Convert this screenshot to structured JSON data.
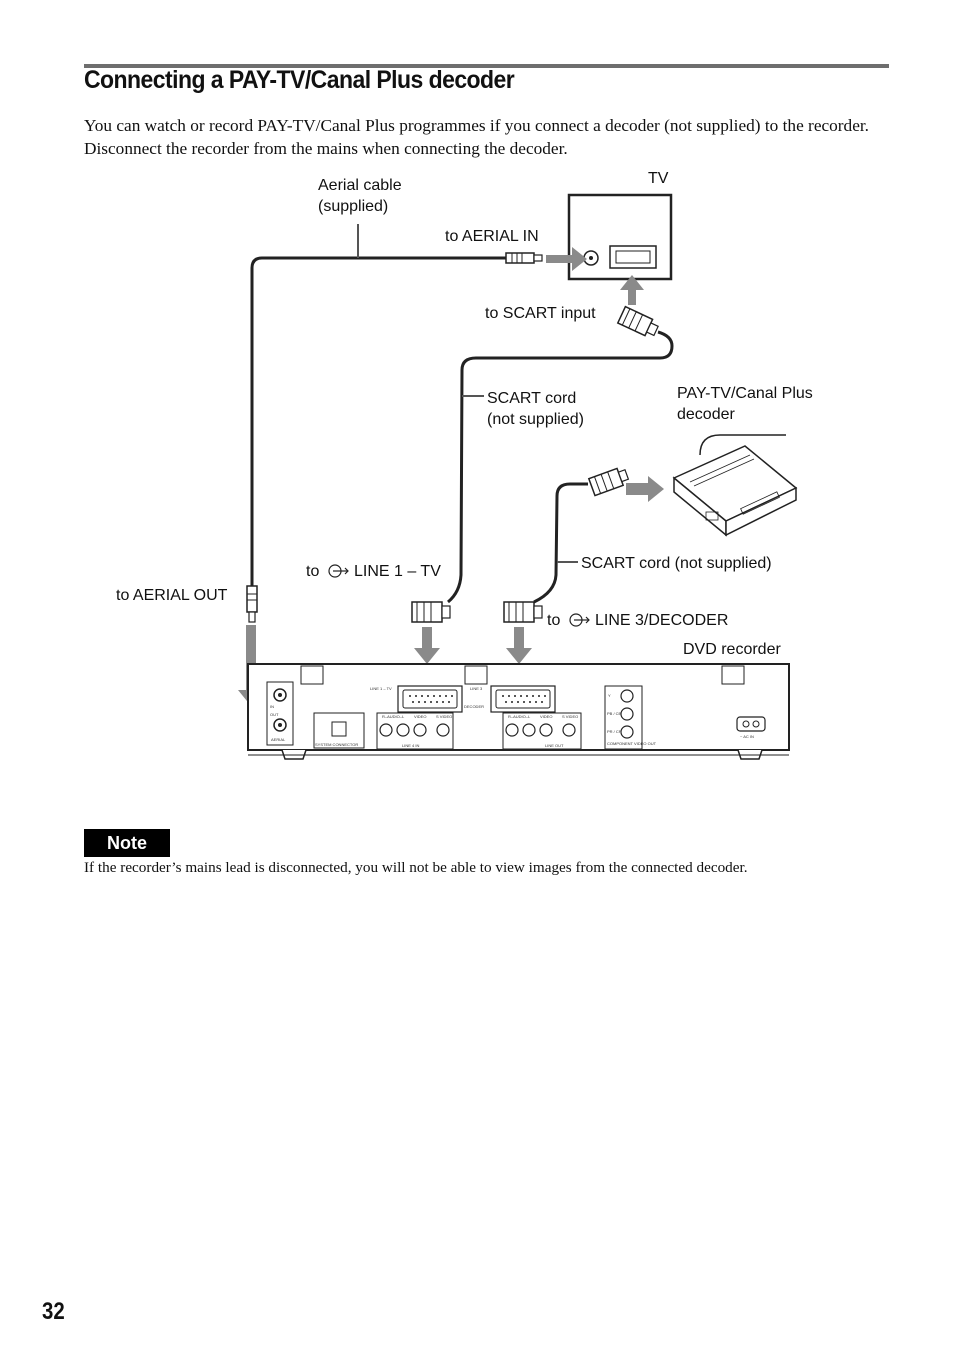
{
  "heading": "Connecting a PAY-TV/Canal Plus decoder",
  "intro": "You can watch or record PAY-TV/Canal Plus programmes if you connect a decoder (not supplied) to the recorder. Disconnect the recorder from the mains when connecting the decoder.",
  "diagram": {
    "tv": "TV",
    "aerial_cable_1": "Aerial cable",
    "aerial_cable_2": "(supplied)",
    "to_aerial_in": "to AERIAL IN",
    "to_scart_input": "to SCART input",
    "scart_cord_1": "SCART cord",
    "scart_cord_2": "(not supplied)",
    "decoder_1": "PAY-TV/Canal Plus",
    "decoder_2": "decoder",
    "scart_cord_b": "SCART cord (not supplied)",
    "to_line1": "LINE 1 – TV",
    "to_line3": "LINE 3/DECODER",
    "to_prefix": "to",
    "to_aerial_out": "to AERIAL OUT",
    "dvd_recorder": "DVD recorder",
    "panel": {
      "line1_tv": "LINE 1 – TV",
      "line3": "LINE 3",
      "decoder": "DECODER",
      "audio": "R–AUDIO–L",
      "video": "VIDEO",
      "svideo": "S VIDEO",
      "line4_in": "LINE 4 IN",
      "line_out": "LINE OUT",
      "aerial": "AERIAL",
      "in": "IN",
      "out": "OUT",
      "system_connector": "SYSTEM CONNECTOR",
      "y": "Y",
      "pb": "PB / CB",
      "pr": "PR / CR",
      "component": "COMPONENT VIDEO OUT",
      "ac_in": "~ AC IN"
    }
  },
  "note_label": "Note",
  "note_text": "If the recorder’s mains lead is disconnected, you will not be able to view images from the connected decoder.",
  "page_number": "32"
}
